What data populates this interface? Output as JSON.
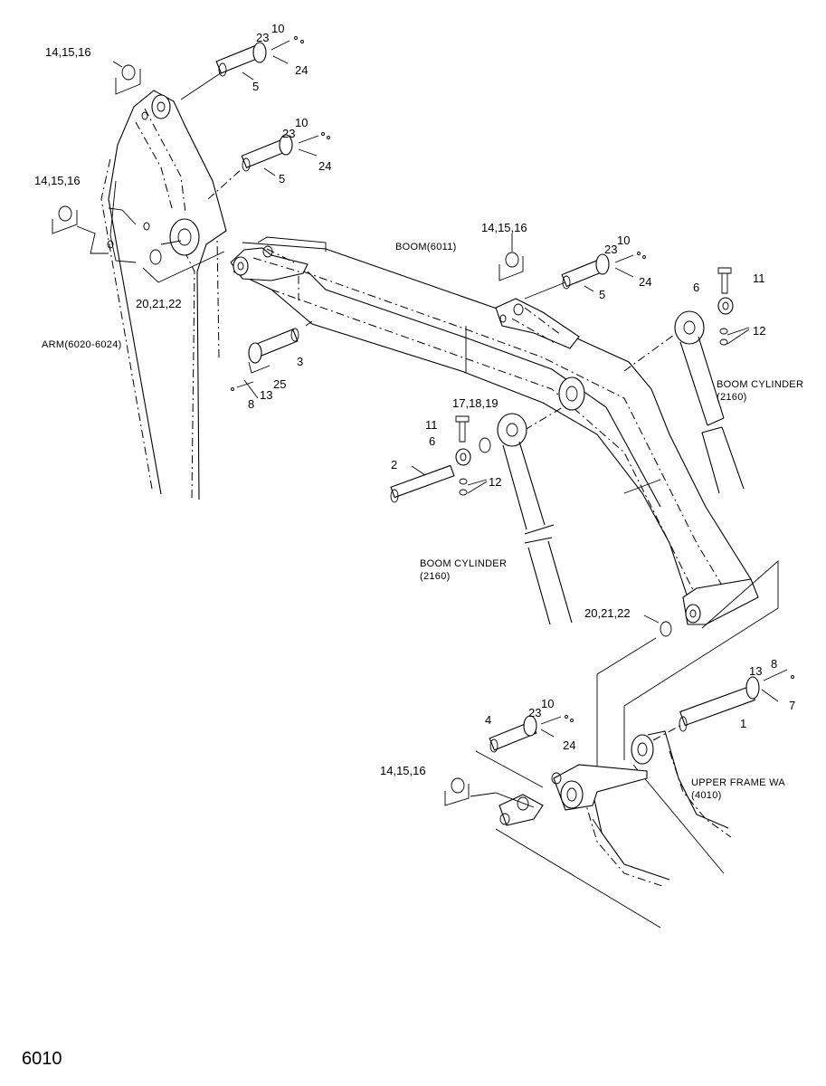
{
  "page_number": "6010",
  "labels": {
    "arm_top_o_ring": "14,15,16",
    "arm_top_bushing": "23",
    "arm_top_bolt": "10",
    "arm_top_pin_retainer": "24",
    "arm_top_pin": "5",
    "arm_mid_bushing": "23",
    "arm_mid_bolt": "10",
    "arm_mid_pin_retainer": "24",
    "arm_mid_pin": "5",
    "arm_left_o_ring": "14,15,16",
    "arm_foot_seal": "20,21,22",
    "arm_part": "ARM(6020-6024)",
    "foot_pin": "3",
    "foot_pin_plate": "25",
    "foot_pin_bolt": "13",
    "foot_pin_washer": "8",
    "boom_part": "BOOM(6011)",
    "boom_top_o_ring": "14,15,16",
    "boom_top_bushing": "23",
    "boom_top_bolt": "10",
    "boom_top_retainer": "24",
    "boom_top_pin": "5",
    "cyl_right_bolt": "11",
    "cyl_right_bushing": "6",
    "cyl_right_nut": "12",
    "boom_cylinder_right_line1": "BOOM CYLINDER",
    "boom_cylinder_right_line2": "(2160)",
    "cyl_left_seal": "17,18,19",
    "cyl_left_bolt": "11",
    "cyl_left_bushing": "6",
    "cyl_left_pin": "2",
    "cyl_left_nut": "12",
    "boom_cylinder_left_line1": "BOOM CYLINDER",
    "boom_cylinder_left_line2": "(2160)",
    "boom_foot_seal": "20,21,22",
    "frame_pin_washer": "8",
    "frame_pin_bolt": "13",
    "frame_pin_plate": "7",
    "frame_pin": "1",
    "frame_left_bolt": "10",
    "frame_left_bushing": "23",
    "frame_left_pin": "4",
    "frame_left_retainer": "24",
    "frame_o_ring": "14,15,16",
    "upper_frame_line1": "UPPER FRAME WA",
    "upper_frame_line2": "(4010)"
  }
}
